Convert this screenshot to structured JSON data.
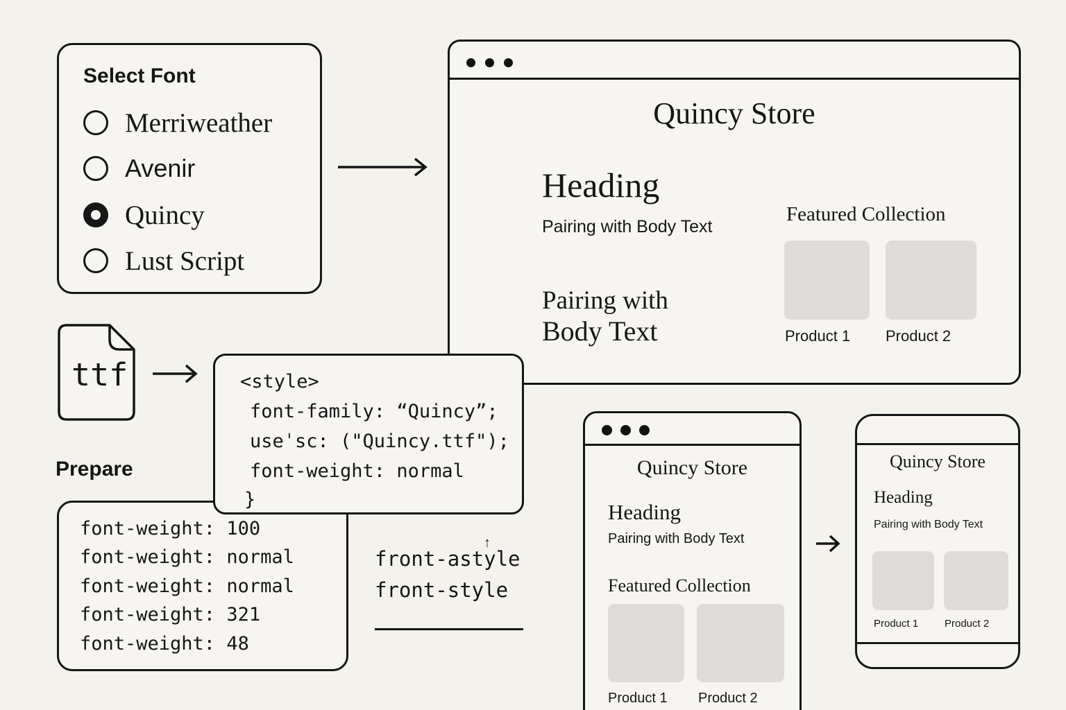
{
  "colors": {
    "background": "#f4f2ed",
    "ink": "#161616",
    "panel_fill": "#f7f5f1",
    "placeholder_fill": "#dedcd9"
  },
  "icons": {
    "arrow_right": "→"
  },
  "font_picker": {
    "title": "Select Font",
    "options": [
      {
        "label": "Merriweather",
        "selected": false
      },
      {
        "label": "Avenir",
        "selected": false
      },
      {
        "label": "Quincy",
        "selected": true
      },
      {
        "label": "Lust Script",
        "selected": false
      }
    ]
  },
  "desktop_preview": {
    "store_title": "Quincy Store",
    "heading": "Heading",
    "body_pairing": "Pairing with Body Text",
    "featured_title": "Featured Collection",
    "products": [
      "Product 1",
      "Product 2"
    ],
    "pairing_large_line1": "Pairing with",
    "pairing_large_line2": "Body Text"
  },
  "font_file": {
    "type_label": "ttf"
  },
  "css_snippet": {
    "lines": [
      "<style>",
      "font-family: “Quincy”;",
      "useˈsc: (\"Quincy.ttf\");",
      "font-weight: normal",
      "}"
    ]
  },
  "prepare": {
    "label": "Prepare",
    "weights": [
      "font-weight: 100",
      "font-weight: normal",
      "font-weight: normal",
      "font-weight: 321",
      "font-weight: 48"
    ]
  },
  "style_scribble": {
    "line_1": "front-astyle",
    "line_2": "front-style",
    "cursor_glyph": "↑"
  },
  "tablet_preview": {
    "store_title": "Quincy Store",
    "heading": "Heading",
    "body_pairing": "Pairing with Body Text",
    "featured_title": "Featured Collection",
    "products": [
      "Product 1",
      "Product 2"
    ]
  },
  "phone_preview": {
    "store_title": "Quincy Store",
    "heading": "Heading",
    "body_pairing": "Pairing with Body Text",
    "products": [
      "Product 1",
      "Product 2"
    ]
  }
}
